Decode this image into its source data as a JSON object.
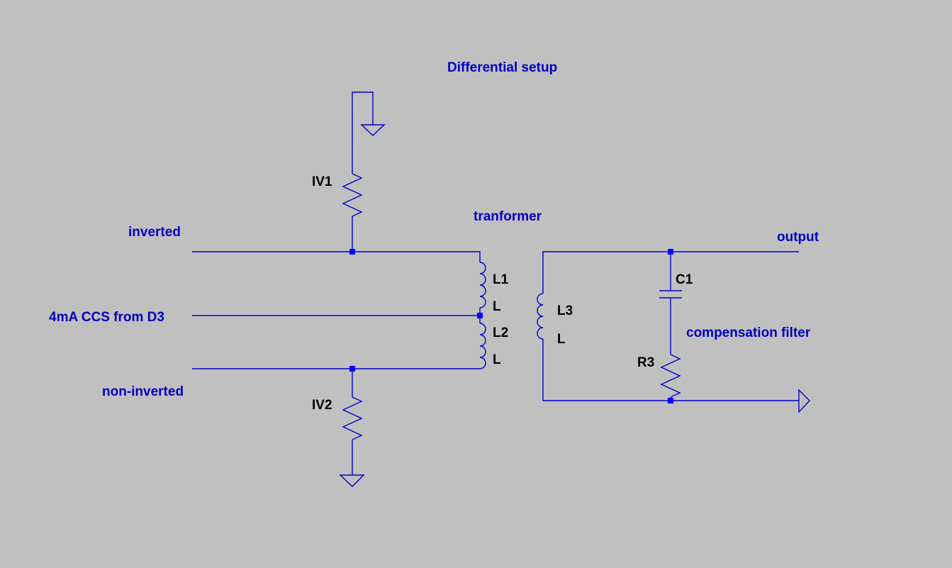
{
  "colors": {
    "background": "#c0c0c0",
    "wire": "#0000c8",
    "junction": "#0000ff",
    "net_label": "#0000c0",
    "component_label": "#000000"
  },
  "annotations": {
    "title": "Differential setup",
    "transformer": "tranformer",
    "inverted": "inverted",
    "ccs": "4mA CCS from D3",
    "non_inverted": "non-inverted",
    "output": "output",
    "compensation": "compensation filter"
  },
  "components": {
    "iv1": "IV1",
    "iv2": "IV2",
    "l1_name": "L1",
    "l1_value": "L",
    "l2_name": "L2",
    "l2_value": "L",
    "l3_name": "L3",
    "l3_value": "L",
    "c1": "C1",
    "r3": "R3"
  }
}
